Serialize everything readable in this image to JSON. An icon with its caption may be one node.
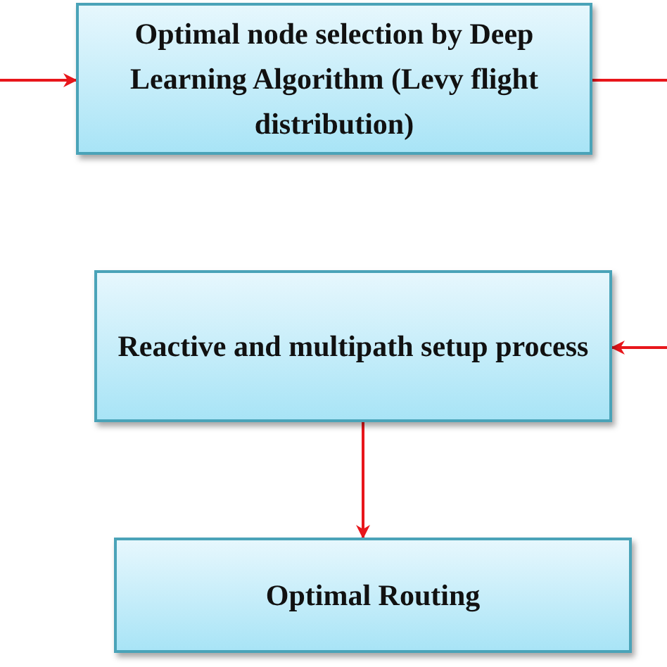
{
  "diagram": {
    "nodes": [
      {
        "text": [
          "Optimal node selection by Deep Learning Algorithm (Levy flight distribution)"
        ]
      },
      {
        "text": [
          "Reactive and multipath setup process"
        ]
      },
      {
        "text": [
          "Optimal Routing"
        ]
      }
    ],
    "edges": [
      {
        "from": null,
        "to": 0,
        "arrow": "to",
        "color": "#e8161b"
      },
      {
        "from": 0,
        "to": null,
        "arrow": "none",
        "color": "#e8161b"
      },
      {
        "from": null,
        "to": 1,
        "arrow": "to",
        "color": "#e8161b"
      },
      {
        "from": 1,
        "to": 2,
        "arrow": "to",
        "color": "#e8161b"
      }
    ]
  }
}
